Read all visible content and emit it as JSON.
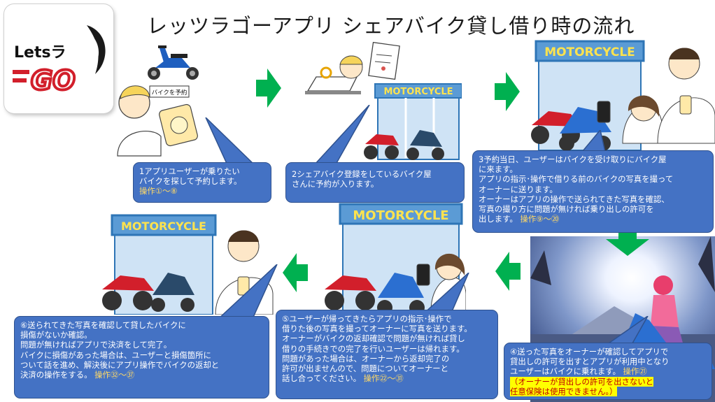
{
  "title": "レッツラゴーアプリ シェアバイク貸し借り時の流れ",
  "logo": {
    "text": "Letsラ",
    "mark": "GO"
  },
  "sign_text": "MOTORCYCLE",
  "phone_label": "バイクを予約",
  "steps": [
    {
      "id": "1",
      "lines": [
        "1アプリユーザーが乗りたい",
        "バイクを探して予約します。"
      ],
      "op": "操作①～⑧"
    },
    {
      "id": "2",
      "lines": [
        "2シェアバイク登録をしているバイク屋",
        "さんに予約が入ります。"
      ],
      "op": ""
    },
    {
      "id": "3",
      "lines": [
        "3予約当日、ユーザーはバイクを受け取りにバイク屋",
        "に来ます。",
        "アプリの指示･操作で借りる前のバイクの写真を撮って",
        "オーナーに送ります。",
        "オーナーはアプリの操作で送られてきた写真を確認、",
        "写真の撮り方に問題が無ければ乗り出しの許可を",
        "出します。"
      ],
      "op": "操作⑨～⑳"
    },
    {
      "id": "4",
      "lines": [
        "④送った写真をオーナーが確認してアプリで",
        "貸出しの許可を出すとアプリが利用中となり",
        "ユーザーはバイクに乗れます。"
      ],
      "op": "操作㉑",
      "notes": [
        "（オーナーが貸出しの許可を出さないと",
        "任意保険は使用できません。）"
      ]
    },
    {
      "id": "5",
      "lines": [
        "⑤ユーザーが帰ってきたらアプリの指示･操作で",
        "借りた後の写真を撮ってオーナーに写真を送ります。",
        "オーナーがバイクの返却確認で問題が無ければ貸し",
        "借りの手続きでの完了を行いユーザーは帰れます。",
        "問題があった場合は、オーナーから返却完了の",
        "許可が出ませんので、問題についてオーナーと",
        "話し合ってください。"
      ],
      "op": "操作㉒～㉛"
    },
    {
      "id": "6",
      "lines": [
        "⑥送られてきた写真を確認して貸したバイクに",
        "損傷がないか確認。",
        "問題が無ければアプリで決済をして完了。",
        "バイクに損傷があった場合は、ユーザーと損傷箇所に",
        "ついて話を進め、解決後にアプリ操作でバイクの返却と",
        "決済の操作をする。"
      ],
      "op": "操作㉜～㊲"
    }
  ],
  "colors": {
    "bubble": "#4472c4",
    "arrow": "#00b050",
    "sign": "#5b9bd5",
    "sign_text": "#ffe34d",
    "op": "#ffd966",
    "note_bg": "#ffff00",
    "note_text": "#c00000"
  }
}
